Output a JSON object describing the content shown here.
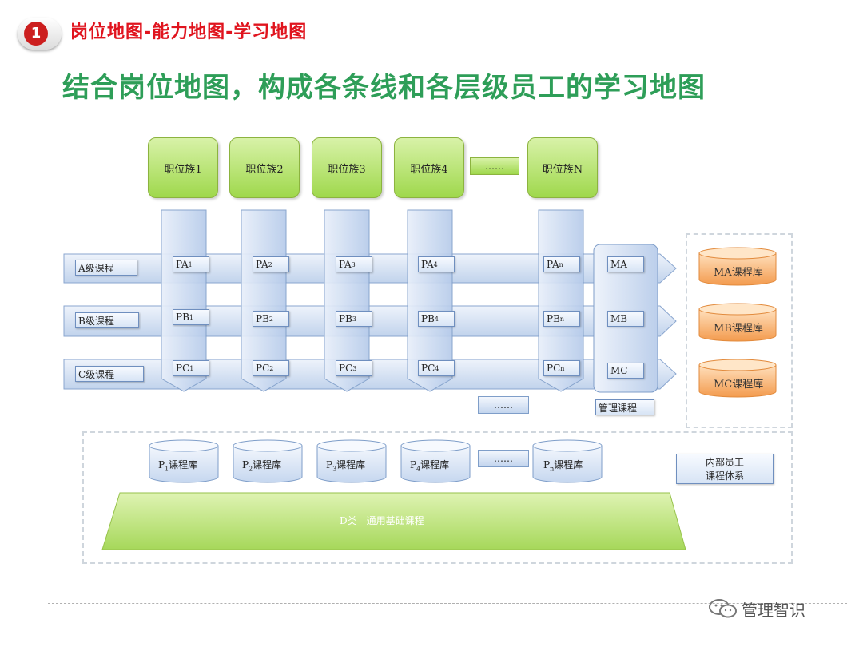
{
  "header": {
    "badge_number": "1",
    "breadcrumb": "岗位地图-能力地图-学习地图",
    "title": "结合岗位地图，构成各条线和各层级员工的学习地图"
  },
  "families": [
    "职位族1",
    "职位族2",
    "职位族3",
    "职位族4",
    "职位族N"
  ],
  "family_ellipsis": "……",
  "levels": [
    "A级课程",
    "B级课程",
    "C级课程"
  ],
  "cells": {
    "pa": [
      {
        "base": "PA",
        "sub": "1"
      },
      {
        "base": "PA",
        "sub": "2"
      },
      {
        "base": "PA",
        "sub": "3"
      },
      {
        "base": "PA",
        "sub": "4"
      },
      {
        "base": "PA",
        "sub": "n"
      }
    ],
    "pb": [
      {
        "base": "PB",
        "sub": "1"
      },
      {
        "base": "PB",
        "sub": "2"
      },
      {
        "base": "PB",
        "sub": "3"
      },
      {
        "base": "PB",
        "sub": "4"
      },
      {
        "base": "PB",
        "sub": "n"
      }
    ],
    "pc": [
      {
        "base": "PC",
        "sub": "1"
      },
      {
        "base": "PC",
        "sub": "2"
      },
      {
        "base": "PC",
        "sub": "3"
      },
      {
        "base": "PC",
        "sub": "4"
      },
      {
        "base": "PC",
        "sub": "n"
      }
    ]
  },
  "management": {
    "items": [
      "MA",
      "MB",
      "MC"
    ],
    "label": "管理课程"
  },
  "column_ellipsis": "……",
  "mgmt_libraries": [
    "MA课程库",
    "MB课程库",
    "MC课程库"
  ],
  "p_libraries": [
    {
      "base": "P",
      "sub": "1",
      "suffix": "课程库"
    },
    {
      "base": "P",
      "sub": "2",
      "suffix": "课程库"
    },
    {
      "base": "P",
      "sub": "3",
      "suffix": "课程库"
    },
    {
      "base": "P",
      "sub": "4",
      "suffix": "课程库"
    },
    {
      "base": "P",
      "sub": "n",
      "suffix": "课程库"
    }
  ],
  "library_ellipsis": "……",
  "internal": {
    "line1": "内部员工",
    "line2": "课程体系"
  },
  "dclass": "D类　通用基础课程",
  "brand": "管理智识",
  "colors": {
    "accent_red": "#e0141e",
    "title_green": "#2e9e58",
    "family_green": "#9fd84c",
    "library_orange": "#f4a55c",
    "column_blue": "#c3d5ee"
  }
}
